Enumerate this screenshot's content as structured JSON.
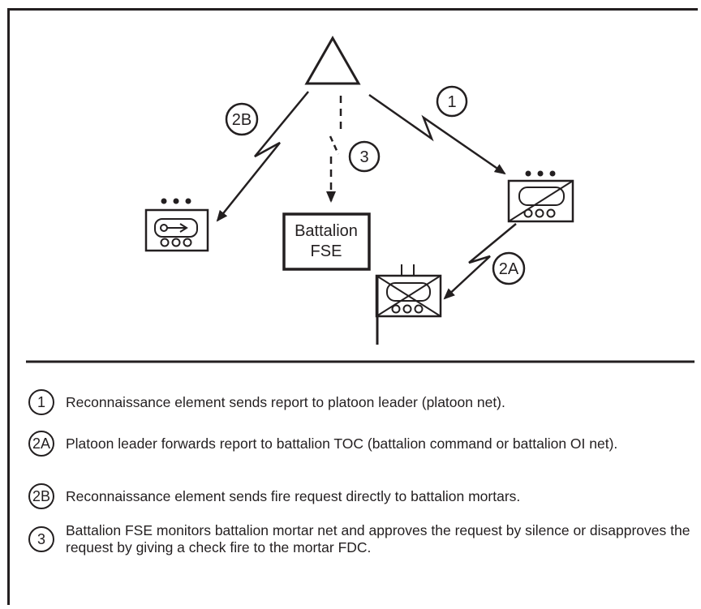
{
  "diagram": {
    "fse_box": {
      "line1": "Battalion",
      "line2": "FSE"
    },
    "callouts": {
      "c1": "1",
      "c2a": "2A",
      "c2b": "2B",
      "c3": "3"
    }
  },
  "legend": [
    {
      "badge": "1",
      "text": "Reconnaissance element sends report to platoon leader (platoon net)."
    },
    {
      "badge": "2A",
      "text": "Platoon leader forwards report to battalion TOC (battalion command or battalion OI net)."
    },
    {
      "badge": "2B",
      "text": "Reconnaissance element sends fire request directly to battalion mortars."
    },
    {
      "badge": "3",
      "text": "Battalion FSE monitors battalion mortar net and approves the request by silence or disapproves the request by giving a check fire to the mortar FDC."
    }
  ],
  "colors": {
    "ink": "#231f20",
    "background": "#ffffff"
  }
}
